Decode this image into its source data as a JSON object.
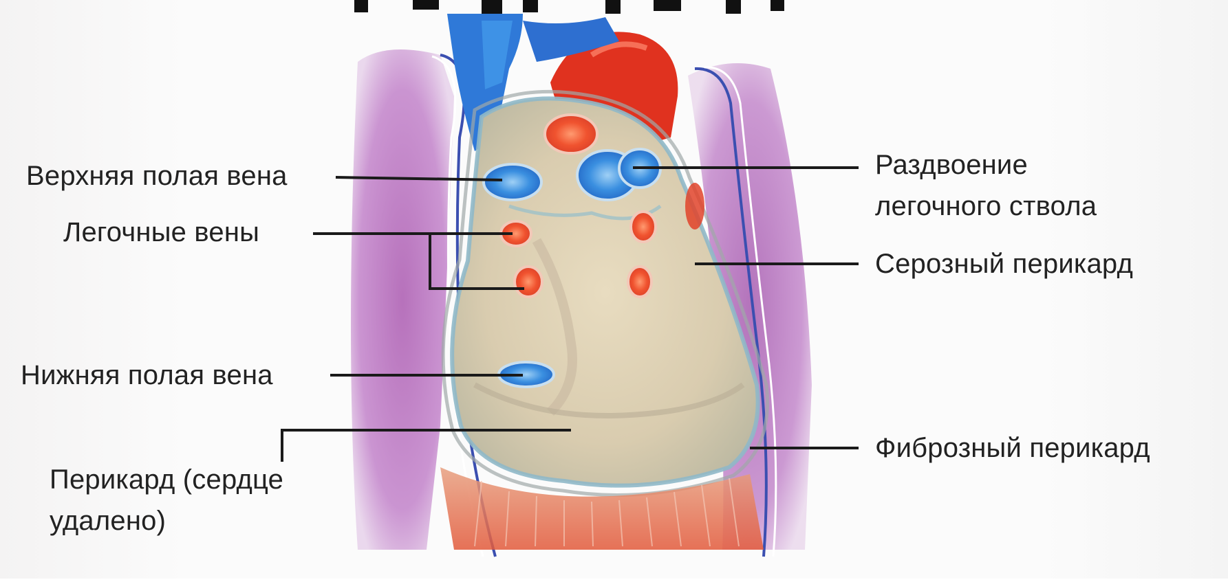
{
  "labels": {
    "svc": "Верхняя полая вена",
    "pulm_veins": "Легочные вены",
    "ivc": "Нижняя полая вена",
    "pericard_line1": "Перикард (сердце",
    "pericard_line2": "удалено)",
    "bifurcation_line1": "Раздвоение",
    "bifurcation_line2": "легочного ствола",
    "serous": "Серозный перикард",
    "fibrous": "Фиброзный перикард"
  }
}
